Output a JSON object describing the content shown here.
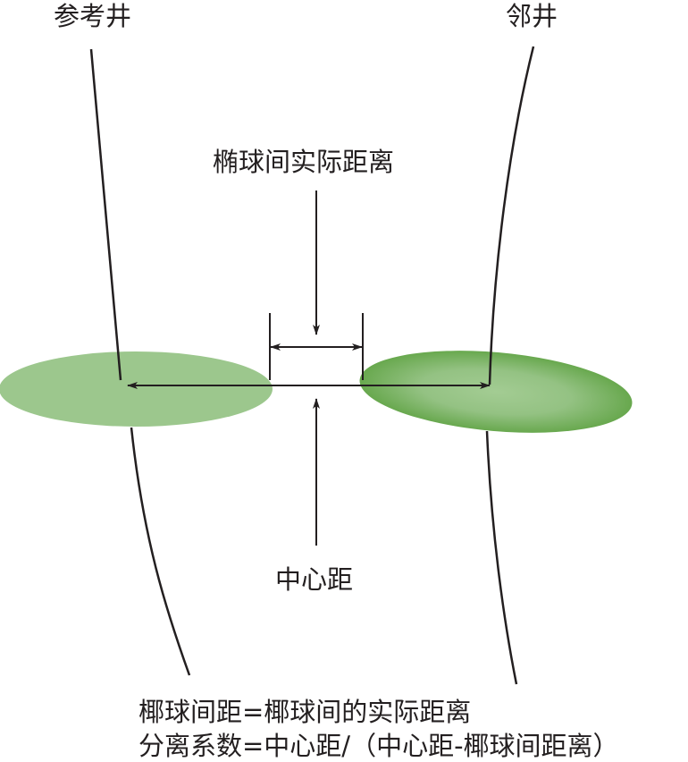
{
  "labels": {
    "reference_well": "参考井",
    "adjacent_well": "邻井",
    "actual_distance": "椭球间实际距离",
    "center_distance": "中心距"
  },
  "formulas": {
    "line1": "椰球间距=椰球间的实际距离",
    "line2": "分离系数=中心距/（中心距-椰球间距离）"
  },
  "colors": {
    "ellipse_left": "#9cc78d",
    "ellipse_right_center": "#a3cc93",
    "ellipse_right_edge": "#68a84e",
    "line": "#231f20"
  }
}
